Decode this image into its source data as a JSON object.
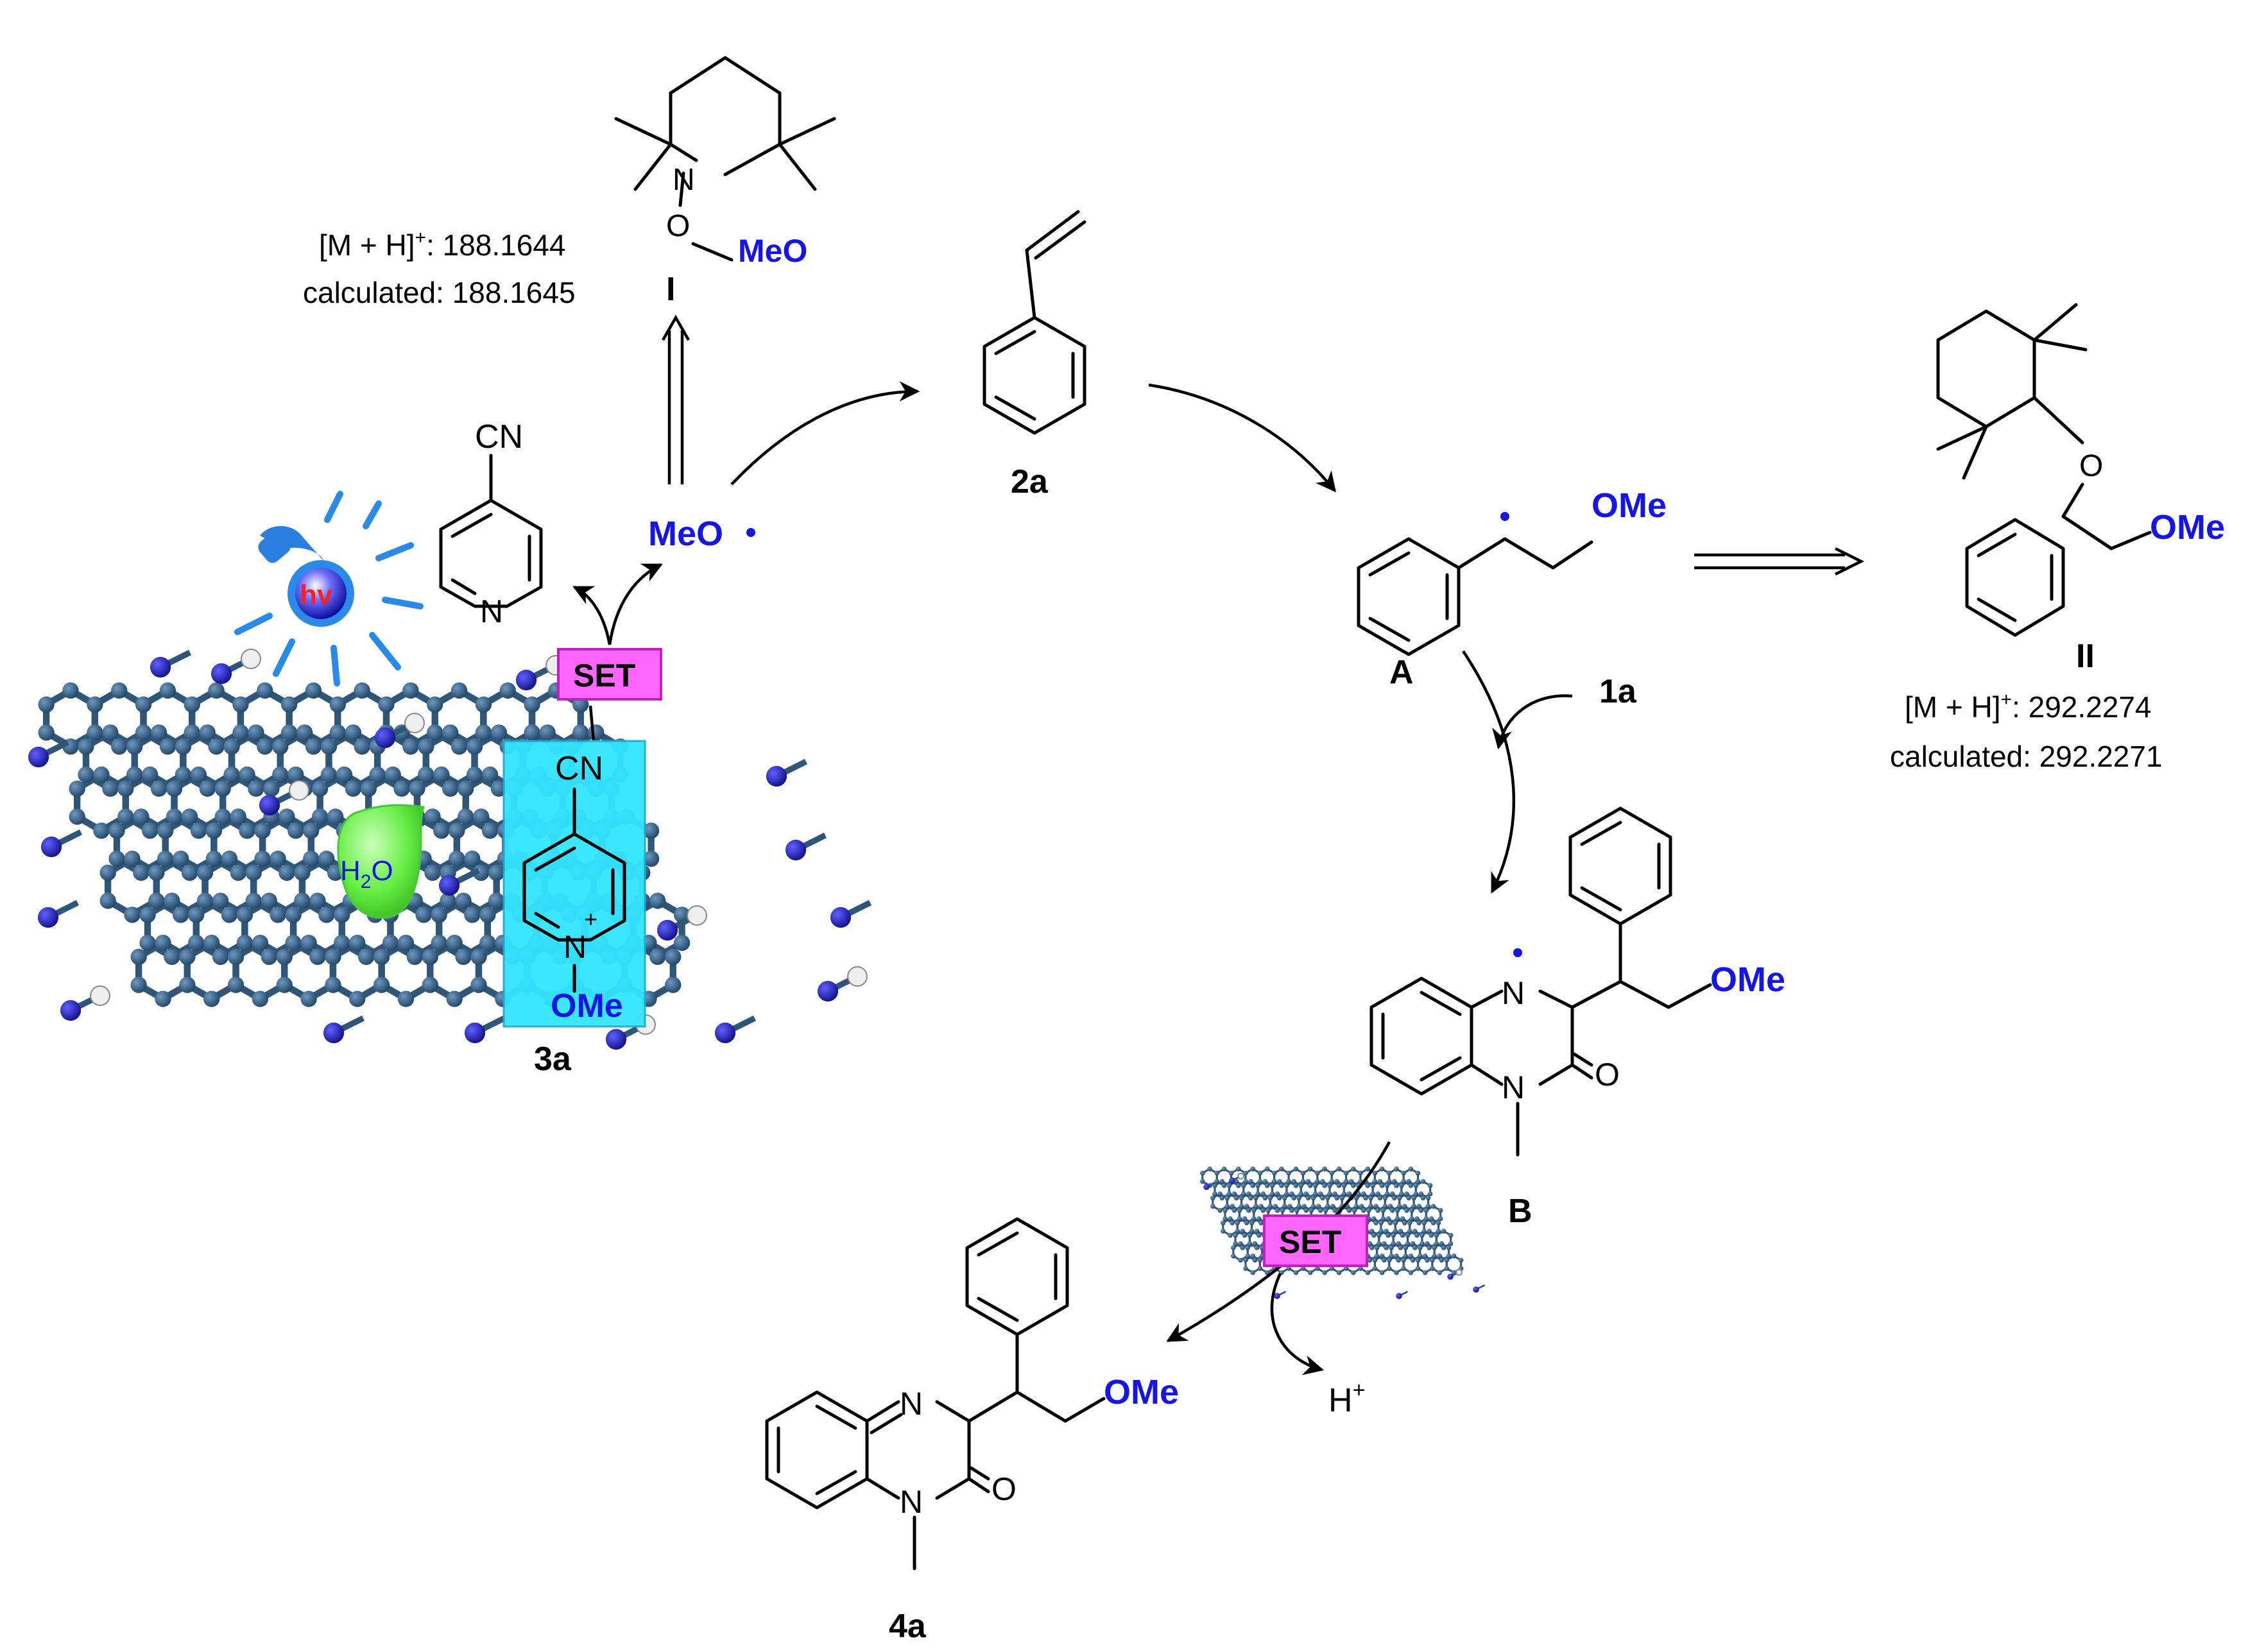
{
  "colors": {
    "heteroatom": "#1515e6",
    "text": "#000000",
    "catalyst_bond": "#2f5676",
    "catalyst_atom": "#2c5478",
    "nitrogen_atom": "#1a1ad0",
    "set_box": "#ff66ff",
    "reagent_box": "#33e5ff",
    "water_drop": "#66ee44",
    "photon": "#2a7fe0",
    "photon_text": "#ff2020"
  },
  "icons": [
    "light-bulb-icon",
    "water-droplet-icon"
  ],
  "compound_I": {
    "label": "I",
    "N": "N",
    "O": "O",
    "MeO": "MeO",
    "ms_prefix": "[M + H]",
    "ms_sup": "+",
    "ms_value": ": 188.1644",
    "calc": "calculated: 188.1645"
  },
  "compound_II": {
    "label": "II",
    "O": "O",
    "OMe": "OMe",
    "ms_prefix": "[M + H]",
    "ms_sup": "+",
    "ms_value": ": 292.2274",
    "calc": "calculated: 292.2271"
  },
  "compound_2a": {
    "label": "2a"
  },
  "compound_A": {
    "label": "A",
    "OMe": "OMe"
  },
  "compound_1a": {
    "label": "1a"
  },
  "compound_B": {
    "label": "B",
    "N_top": "N",
    "N_bottom": "N",
    "O": "O",
    "OMe": "OMe"
  },
  "compound_4a": {
    "label": "4a",
    "N_top": "N",
    "N_bottom": "N",
    "O": "O",
    "OMe": "OMe"
  },
  "compound_3a": {
    "label": "3a",
    "CN": "CN",
    "N": "N",
    "plus": "+",
    "OMe": "OMe"
  },
  "pyridine_product": {
    "CN": "CN",
    "N": "N"
  },
  "radical_MeO": {
    "text": "MeO"
  },
  "set_1": "SET",
  "set_2": "SET",
  "photon": "hv",
  "water": {
    "H": "H",
    "sub": "2",
    "O": "O"
  },
  "proton": {
    "H": "H",
    "sup": "+"
  }
}
